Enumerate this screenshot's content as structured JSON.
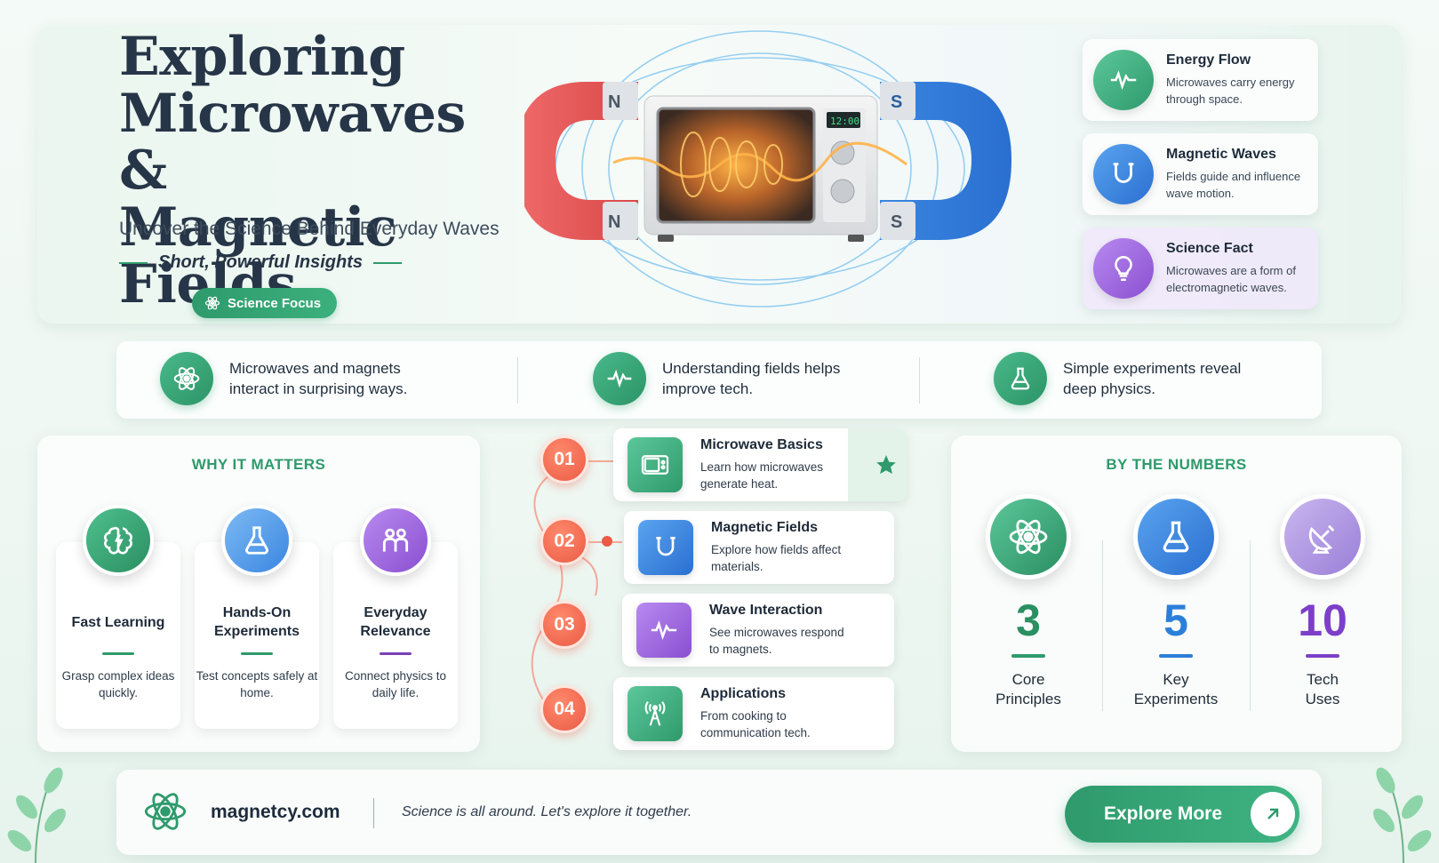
{
  "hero": {
    "title_line1": "Exploring",
    "title_line2": "Microwaves &",
    "title_line3": "Magnetic Fields",
    "subtitle": "Uncover the Science Behind Everyday Waves",
    "insight": "Short, Powerful Insights",
    "badge": "Science Focus",
    "magnet_left_top": "N",
    "magnet_left_bottom": "N",
    "magnet_right_top": "S",
    "magnet_right_bottom": "S",
    "microwave_display": "12:00"
  },
  "feature_cards": [
    {
      "title": "Energy Flow",
      "text": "Microwaves carry energy through space.",
      "icon": "wave-icon",
      "color": "#3bb07d"
    },
    {
      "title": "Magnetic Waves",
      "text": "Fields guide and influence wave motion.",
      "icon": "magnet-icon",
      "color": "#3a8ee6"
    },
    {
      "title": "Science Fact",
      "text": "Microwaves are a form of electromagnetic waves.",
      "icon": "bulb-icon",
      "color": "#9a5fd6"
    }
  ],
  "strip": [
    {
      "text": "Microwaves and magnets interact in surprising ways.",
      "icon": "atom-icon"
    },
    {
      "text": "Understanding fields helps improve tech.",
      "icon": "pulse-icon"
    },
    {
      "text": "Simple experiments reveal deep physics.",
      "icon": "flask-icon"
    }
  ],
  "why": {
    "title": "WHY IT MATTERS",
    "cards": [
      {
        "title": "Fast Learning",
        "text": "Grasp complex ideas quickly.",
        "icon": "brain-icon",
        "color": "#2f9a6c"
      },
      {
        "title": "Hands-On Experiments",
        "text": "Test concepts safely at home.",
        "icon": "flask-icon",
        "color": "#3a8ee6"
      },
      {
        "title": "Everyday Relevance",
        "text": "Connect physics to daily life.",
        "icon": "people-icon",
        "color": "#9a5fd6"
      }
    ]
  },
  "steps": [
    {
      "num": "01",
      "title": "Microwave Basics",
      "text": "Learn how microwaves generate heat.",
      "icon": "microwave-icon",
      "color": "#2f9a6c"
    },
    {
      "num": "02",
      "title": "Magnetic Fields",
      "text": "Explore how fields affect materials.",
      "icon": "magnet-icon",
      "color": "#3a8ee6"
    },
    {
      "num": "03",
      "title": "Wave Interaction",
      "text": "See microwaves respond to magnets.",
      "icon": "wave-icon",
      "color": "#9a5fd6"
    },
    {
      "num": "04",
      "title": "Applications",
      "text": "From cooking to communication tech.",
      "icon": "antenna-icon",
      "color": "#2f9a6c"
    }
  ],
  "numbers": {
    "title": "BY THE NUMBERS",
    "stats": [
      {
        "value": "3",
        "label": "Core Principles",
        "icon": "atom-icon",
        "color": "#2f9a6c"
      },
      {
        "value": "5",
        "label": "Key Experiments",
        "icon": "flask-icon",
        "color": "#2c7fd9"
      },
      {
        "value": "10",
        "label": "Tech Uses",
        "icon": "satellite-icon",
        "color": "#7d3fc8"
      }
    ]
  },
  "footer": {
    "site": "magnetcy.com",
    "tagline": "Science is all around. Let's explore it together.",
    "cta": "Explore More"
  }
}
